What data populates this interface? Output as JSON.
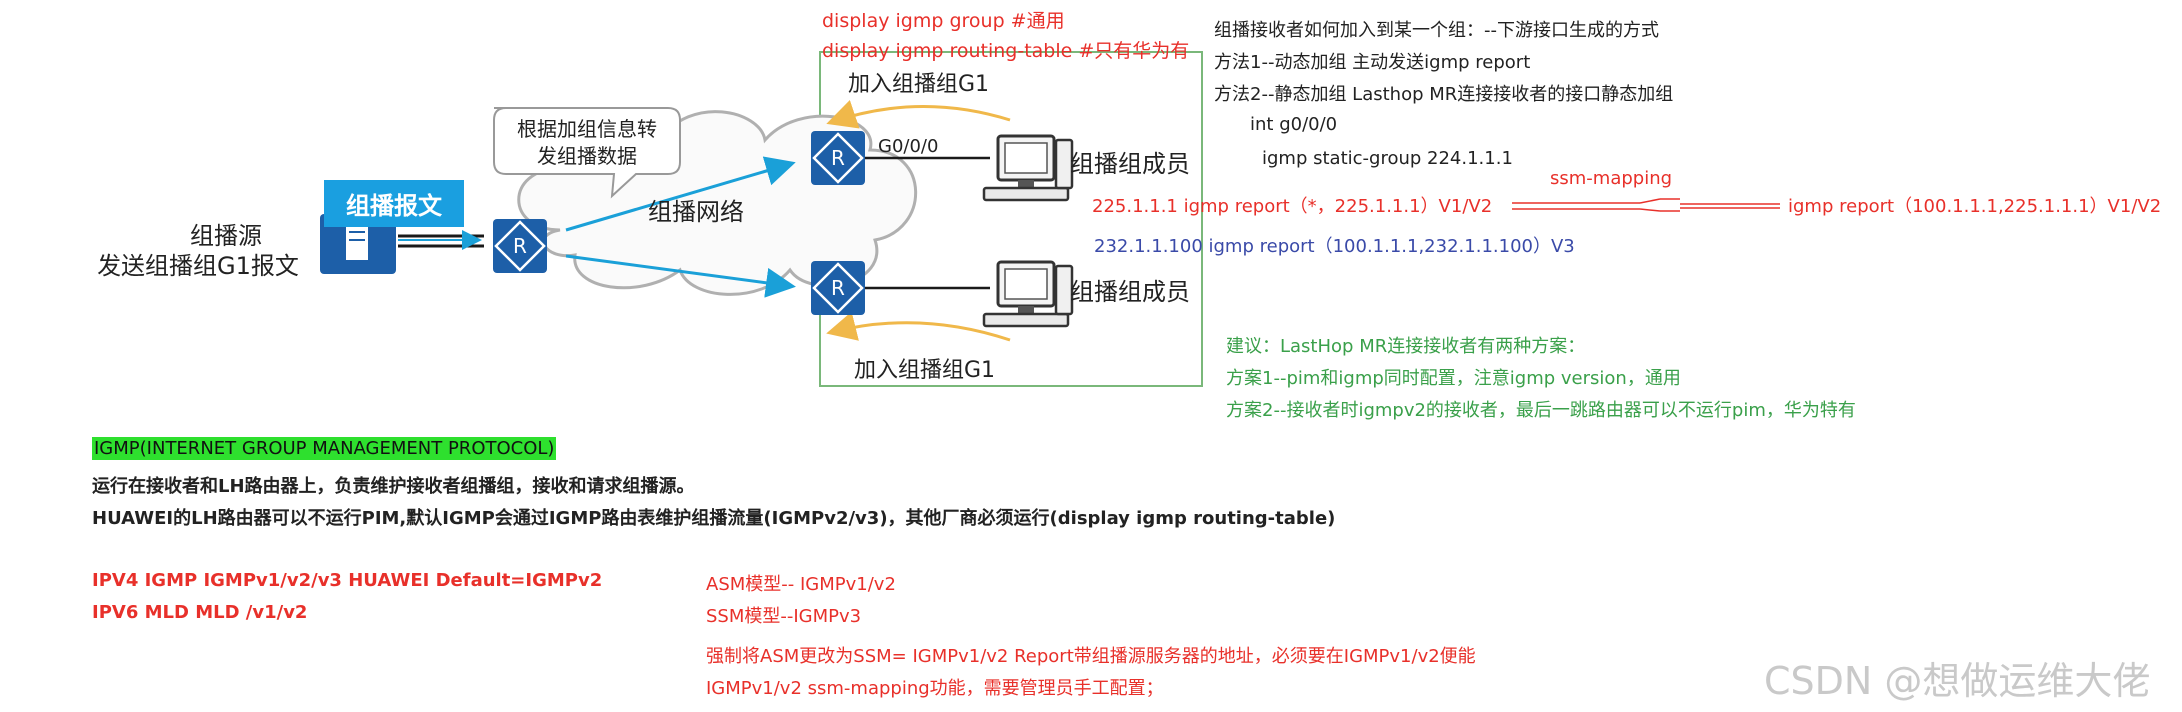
{
  "annot": {
    "cmd_group": "display igmp group  #通用",
    "cmd_routing": "display igmp routing-table  #只有华为有"
  },
  "diagram": {
    "join_top": "加入组播组G1",
    "join_bottom": "加入组播组G1",
    "callout_line1": "根据加组信息转",
    "callout_line2": "发组播数据",
    "network_label": "组播网络",
    "message_label": "组播报文",
    "source_line1": "组播源",
    "source_line2": "发送组播组G1报文",
    "interface_label": "G0/0/0",
    "member_top": "组播组成员",
    "member_bottom": "组播组成员"
  },
  "notes": {
    "title": "组播接收者如何加入到某一个组：--下游接口生成的方式",
    "method1": "方法1--动态加组  主动发送igmp report",
    "method2": "方法2--静态加组  Lasthop MR连接接收者的接口静态加组",
    "cfg_int": "int g0/0/0",
    "cfg_static": "igmp static-group 224.1.1.1",
    "report_asm": "225.1.1.1  igmp report（*，225.1.1.1）V1/V2",
    "ssm_mapping": "ssm-mapping",
    "report_mapped": "igmp report（100.1.1.1,225.1.1.1）V1/V2",
    "report_v3": "232.1.1.100 igmp report（100.1.1.1,232.1.1.100）V3"
  },
  "advice": {
    "line1": "建议：LastHop MR连接接收者有两种方案：",
    "line2": "方案1--pim和igmp同时配置，注意igmp version，通用",
    "line3": "方案2--接收者时igmpv2的接收者，最后一跳路由器可以不运行pim，华为特有"
  },
  "body": {
    "heading": "IGMP(INTERNET GROUP MANAGEMENT PROTOCOL)",
    "line1": "运行在接收者和LH路由器上，负责维护接收者组播组，接收和请求组播源。",
    "line2": "HUAWEI的LH路由器可以不运行PIM,默认IGMP会通过IGMP路由表维护组播流量(IGMPv2/v3)，其他厂商必须运行(display igmp routing-table)",
    "ipv4": "IPV4 IGMP  IGMPv1/v2/v3   HUAWEI Default=IGMPv2",
    "ipv6": "IPV6 MLD   MLD     /v1/v2",
    "asm": "ASM模型-- IGMPv1/v2",
    "ssm": "SSM模型--IGMPv3",
    "force1": "强制将ASM更改为SSM= IGMPv1/v2 Report带组播源服务器的地址，必须要在IGMPv1/v2便能",
    "force2": "IGMPv1/v2 ssm-mapping功能，需要管理员手工配置；"
  },
  "watermark": "CSDN @想做运维大佬",
  "colors": {
    "red": "#e8302a",
    "blue": "#3a4aa8",
    "green": "#3aa04a",
    "router": "#1d5fa8",
    "link": "#1aa0d8",
    "highlight": "#2ee02e",
    "message_label": "#1a9fe0"
  },
  "icons": [
    "router-icon",
    "server-icon",
    "pc-icon",
    "cloud-icon"
  ]
}
